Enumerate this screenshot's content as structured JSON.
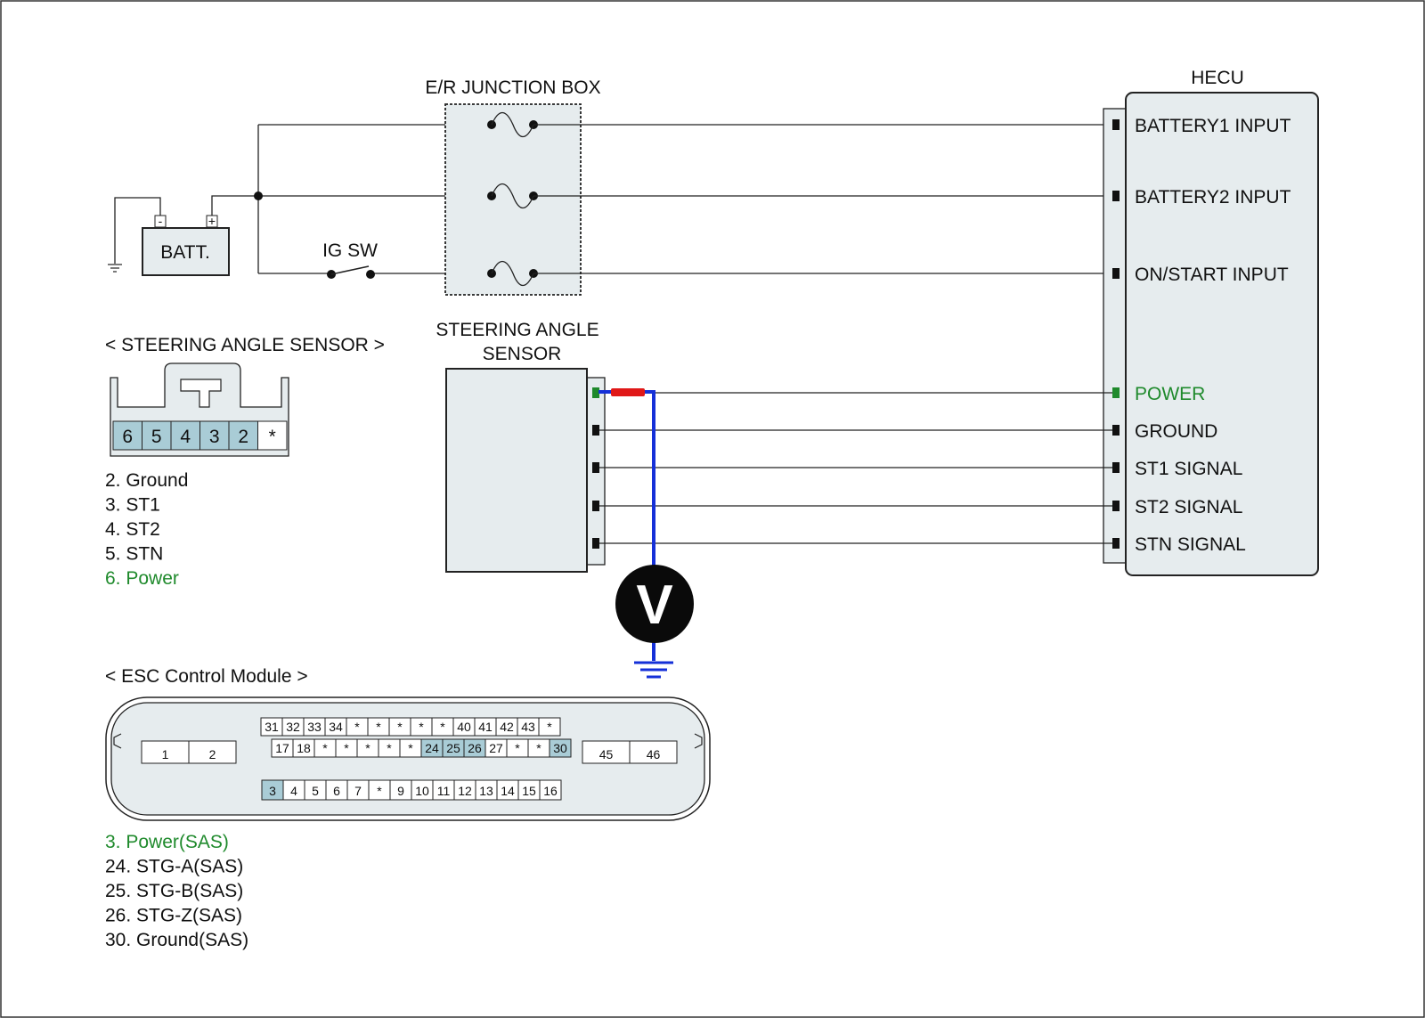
{
  "junction_box": {
    "title": "E/R JUNCTION BOX"
  },
  "battery": {
    "label": "BATT.",
    "minus": "-",
    "plus": "+"
  },
  "ig_switch": {
    "label": "IG SW"
  },
  "hecu": {
    "title": "HECU",
    "pins": [
      {
        "label": "BATTERY1 INPUT",
        "highlight": false
      },
      {
        "label": "BATTERY2 INPUT",
        "highlight": false
      },
      {
        "label": "ON/START INPUT",
        "highlight": false
      },
      {
        "label": "POWER",
        "highlight": true
      },
      {
        "label": "GROUND",
        "highlight": false
      },
      {
        "label": "ST1 SIGNAL",
        "highlight": false
      },
      {
        "label": "ST2 SIGNAL",
        "highlight": false
      },
      {
        "label": "STN SIGNAL",
        "highlight": false
      }
    ]
  },
  "sensor_block": {
    "title_line1": "STEERING ANGLE",
    "title_line2": "SENSOR"
  },
  "voltmeter": {
    "label": "V"
  },
  "sas_connector": {
    "title": "< STEERING ANGLE SENSOR >",
    "pins": [
      "6",
      "5",
      "4",
      "3",
      "2",
      "*"
    ],
    "legend": [
      {
        "text": "2. Ground",
        "highlight": false
      },
      {
        "text": "3. ST1",
        "highlight": false
      },
      {
        "text": "4. ST2",
        "highlight": false
      },
      {
        "text": "5. STN",
        "highlight": false
      },
      {
        "text": "6. Power",
        "highlight": true
      }
    ]
  },
  "esc_connector": {
    "title": "< ESC Control Module >",
    "row_top": [
      "31",
      "32",
      "33",
      "34",
      "*",
      "*",
      "*",
      "*",
      "*",
      "40",
      "41",
      "42",
      "43",
      "*"
    ],
    "row_mid": [
      "17",
      "18",
      "*",
      "*",
      "*",
      "*",
      "*",
      "24",
      "25",
      "26",
      "27",
      "*",
      "*",
      "30"
    ],
    "row_bottom": [
      "3",
      "4",
      "5",
      "6",
      "7",
      "*",
      "9",
      "10",
      "11",
      "12",
      "13",
      "14",
      "15",
      "16"
    ],
    "left_pins": [
      "1",
      "2"
    ],
    "right_pins": [
      "45",
      "46"
    ],
    "highlighted_pins": [
      "3",
      "24",
      "25",
      "26",
      "30"
    ],
    "legend": [
      {
        "text": "3. Power(SAS)",
        "highlight": true
      },
      {
        "text": "24. STG-A(SAS)",
        "highlight": false
      },
      {
        "text": "25. STG-B(SAS)",
        "highlight": false
      },
      {
        "text": "26. STG-Z(SAS)",
        "highlight": false
      },
      {
        "text": "30. Ground(SAS)",
        "highlight": false
      }
    ]
  },
  "colors": {
    "panel_fill": "#e6ecee",
    "pin_highlight": "#a9ccd6",
    "power_green": "#1f8a2c",
    "probe_blue": "#1530d8",
    "probe_red": "#e01818"
  }
}
